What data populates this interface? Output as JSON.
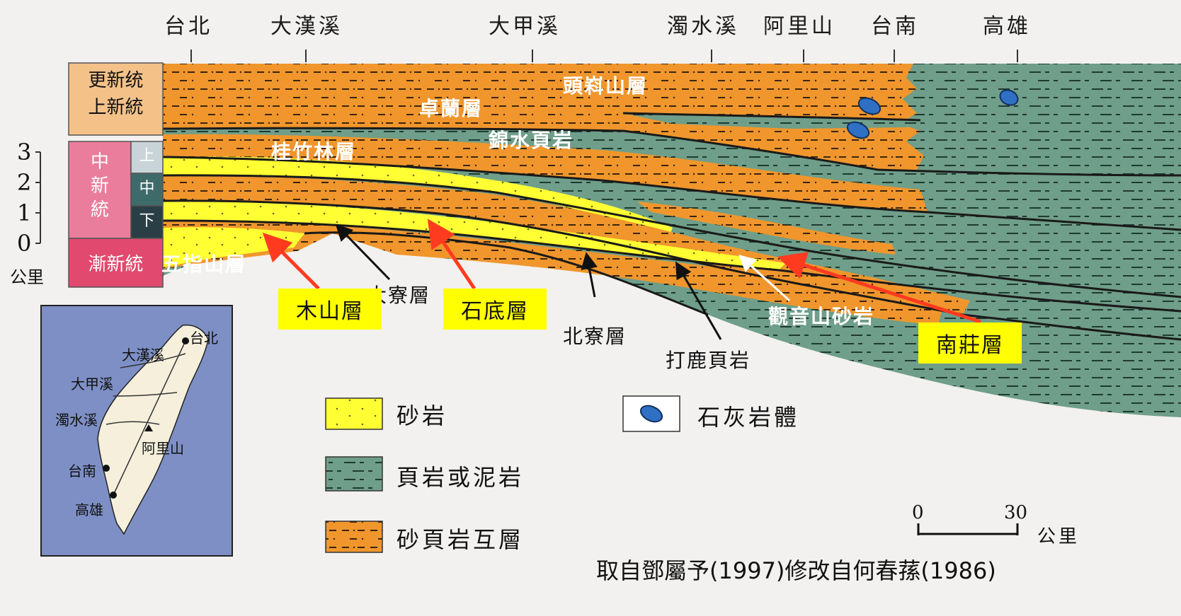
{
  "locations": [
    "台北",
    "大漢溪",
    "大甲溪",
    "濁水溪",
    "阿里山",
    "台南",
    "高雄"
  ],
  "eras": {
    "pleistocene_pliocene": [
      "更新统",
      "上新統"
    ],
    "miocene": [
      "中",
      "新",
      "統"
    ],
    "miocene_sub": [
      "上",
      "中",
      "下"
    ],
    "oligocene": "漸新統"
  },
  "depth_axis": {
    "ticks": [
      "3",
      "2",
      "1",
      "0"
    ],
    "unit": "公里"
  },
  "layers": {
    "toukoshan": "頭嵙山層",
    "cholan": "卓蘭層",
    "chinshui": "錦水頁岩",
    "kueichulin": "桂竹林層",
    "wuchihshan": "五指山層",
    "talieo": "大寮層",
    "peiliao": "北寮層",
    "talu": "打鹿頁岩",
    "kuanyinshan": "觀音山砂岩"
  },
  "highlighted_layers": {
    "mushan": "木山層",
    "shihti": "石底層",
    "nanchuang": "南莊層"
  },
  "legend": [
    {
      "key": "sandstone",
      "label": "砂岩",
      "color": "#ffff33"
    },
    {
      "key": "shale",
      "label": "頁岩或泥岩",
      "color": "#6f9e8a"
    },
    {
      "key": "interbed",
      "label": "砂頁岩互層",
      "color": "#f0962c"
    },
    {
      "key": "limestone",
      "label": "石灰岩體",
      "color": "#2f6fc4"
    }
  ],
  "scale": {
    "start": "0",
    "end": "30",
    "unit": "公里"
  },
  "map_labels": [
    "台北",
    "大漢溪",
    "大甲溪",
    "濁水溪",
    "阿里山",
    "台南",
    "高雄"
  ],
  "credit": "取自鄧屬予(1997)修改自何春蓀(1986)",
  "colors": {
    "orange": "#f0962c",
    "green": "#6f9e8a",
    "yellow": "#ffff33",
    "pleistocene": "#f4c189",
    "miocene": "#ea7d9c",
    "oligocene": "#e1496e",
    "map_bg": "#7d8fc4",
    "map_land": "#f5efdc",
    "arrow_red": "#ff3b1f"
  }
}
